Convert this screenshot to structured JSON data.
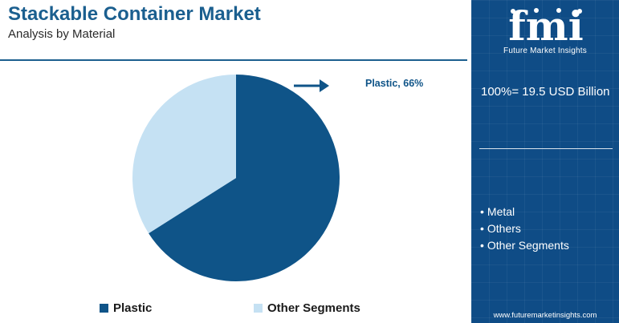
{
  "header": {
    "title": "Stackable Container Market",
    "subtitle": "Analysis by Material"
  },
  "chart_data": {
    "type": "pie",
    "categories": [
      "Plastic",
      "Other Segments"
    ],
    "values": [
      66,
      34
    ],
    "colors": [
      "#0f5488",
      "#c5e1f3"
    ],
    "callout": "Plastic, 66%",
    "legend_position": "bottom"
  },
  "legend": {
    "items": [
      {
        "label": "Plastic",
        "color": "#0f5488"
      },
      {
        "label": "Other Segments",
        "color": "#c5e1f3"
      }
    ]
  },
  "panel": {
    "logo_text": "fmi",
    "logo_subtitle": "Future Market Insights",
    "total": "100%= 19.5 USD Billion",
    "segments": [
      "Metal",
      "Others",
      "Other Segments"
    ],
    "bullet": "•",
    "website": "www.futuremarketinsights.com",
    "background_color": "#0f4c86"
  },
  "icons": {
    "callout_arrow": "arrow-right-icon",
    "logo": "fmi-logo-icon"
  }
}
